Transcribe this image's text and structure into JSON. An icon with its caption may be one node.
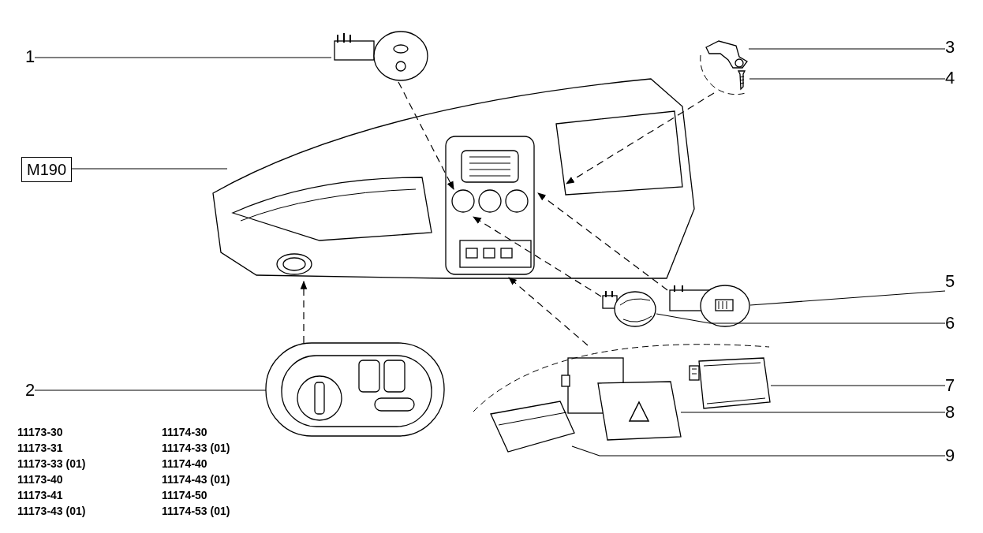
{
  "diagram": {
    "nodes": [
      {
        "text": [
          "1"
        ]
      },
      {
        "text": [],
        "shape": "picture"
      },
      {
        "text": [
          "3"
        ]
      },
      {
        "text": [],
        "shape": "picture"
      },
      {
        "text": [
          "4"
        ]
      },
      {
        "text": [],
        "shape": "picture"
      },
      {
        "text": [
          "M190"
        ]
      },
      {
        "text": [],
        "shape": "picture"
      },
      {
        "text": [
          "5"
        ]
      },
      {
        "text": [],
        "shape": "picture"
      },
      {
        "text": [
          "6"
        ]
      },
      {
        "text": [],
        "shape": "picture"
      },
      {
        "text": [
          "2"
        ]
      },
      {
        "text": [],
        "shape": "picture"
      },
      {
        "text": [
          "7"
        ]
      },
      {
        "text": [],
        "shape": "picture"
      },
      {
        "text": [
          "8"
        ]
      },
      {
        "text": [],
        "shape": "picture"
      },
      {
        "text": [
          "9"
        ]
      },
      {
        "text": [],
        "shape": "picture"
      }
    ],
    "edges": [
      {
        "from": 0,
        "to": 1,
        "arrow": "none"
      },
      {
        "from": 2,
        "to": 3,
        "arrow": "none"
      },
      {
        "from": 4,
        "to": 5,
        "arrow": "none"
      },
      {
        "from": 6,
        "to": 7,
        "arrow": "none"
      },
      {
        "from": 8,
        "to": 9,
        "arrow": "none"
      },
      {
        "from": 10,
        "to": 11,
        "arrow": "none"
      },
      {
        "from": 12,
        "to": 13,
        "arrow": "none"
      },
      {
        "from": 14,
        "to": 15,
        "arrow": "none"
      },
      {
        "from": 16,
        "to": 17,
        "arrow": "none"
      },
      {
        "from": 18,
        "to": 19,
        "arrow": "none"
      },
      {
        "from": 1,
        "to": 7,
        "arrow": "to",
        "style": "dashed"
      },
      {
        "from": null,
        "to": 7,
        "arrow": "to",
        "style": "dashed"
      },
      {
        "from": 9,
        "to": 7,
        "arrow": "to",
        "style": "dashed"
      },
      {
        "from": 11,
        "to": 7,
        "arrow": "to",
        "style": "dashed"
      },
      {
        "from": 13,
        "to": 7,
        "arrow": "to",
        "style": "dashed"
      },
      {
        "from": null,
        "to": 7,
        "arrow": "to",
        "style": "dashed"
      }
    ],
    "labels": [
      "11173-30",
      "11174-30",
      "11173-31",
      "11174-33 (01)",
      "11173-33 (01)",
      "11174-40",
      "11173-40",
      "11174-43 (01)",
      "11173-41",
      "11174-50",
      "11173-43 (01)",
      "11174-53 (01)"
    ]
  }
}
